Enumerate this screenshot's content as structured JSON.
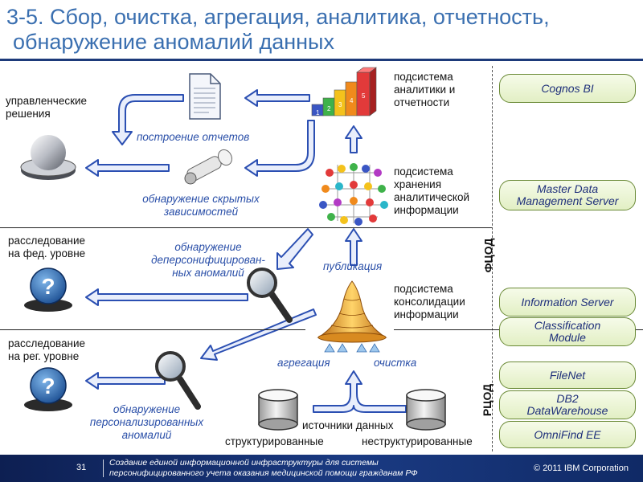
{
  "slide": {
    "title_line1": "3-5. Сбор, очистка, агрегация, аналитика, отчетность,",
    "title_line2": "обнаружение аномалий данных"
  },
  "left_labels": {
    "decisions_1": "управленческие",
    "decisions_2": "решения",
    "federal_1": "расследование",
    "federal_2": "на фед. уровне",
    "regional_1": "расследование",
    "regional_2": "на рег. уровне"
  },
  "process_labels": {
    "reports": "построение отчетов",
    "hidden_1": "обнаружение скрытых",
    "hidden_2": "зависимостей",
    "depersonal_1": "обнаружение",
    "depersonal_2": "деперсонифицирован-",
    "depersonal_3": "ных аномалий",
    "personal_1": "обнаружение",
    "personal_2": "персонализированных",
    "personal_3": "аномалий",
    "publication": "публикация",
    "aggregation": "агрегация",
    "cleaning": "очистка"
  },
  "subsystems": {
    "analytics_1": "подсистема",
    "analytics_2": "аналитики и",
    "analytics_3": "отчетности",
    "storage_1": "подсистема",
    "storage_2": "хранения",
    "storage_3": "аналитической",
    "storage_4": "информации",
    "consolidation_1": "подсистема",
    "consolidation_2": "консолидации",
    "consolidation_3": "информации"
  },
  "sources": {
    "title": "источники данных",
    "structured": "структурированные",
    "unstructured": "неструктурированные"
  },
  "products": {
    "cognos": "Cognos BI",
    "mdm_1": "Master Data",
    "mdm_2": "Management Server",
    "infoserver": "Information Server",
    "classif_1": "Classification",
    "classif_2": "Module",
    "filenet": "FileNet",
    "db2_1": "DB2",
    "db2_2": "DataWarehouse",
    "omnifind": "OmniFind EE"
  },
  "zones": {
    "fcod": "ФЦОД",
    "rcod": "РЦОД"
  },
  "stairs_numbers": [
    "1",
    "2",
    "3",
    "4",
    "5"
  ],
  "footer": {
    "page": "31",
    "text_1": "Создание единой информационной инфраструктуры для системы",
    "text_2": "персонифицированного учета оказания медицинской помощи гражданам РФ",
    "copyright": "© 2011 IBM Corporation"
  },
  "colors": {
    "title": "#3a6fb0",
    "arrow_fill": "#e9eefb",
    "arrow_stroke": "#2b4fb2",
    "pill_border": "#6a8a36",
    "footer": "#1a3a82"
  }
}
